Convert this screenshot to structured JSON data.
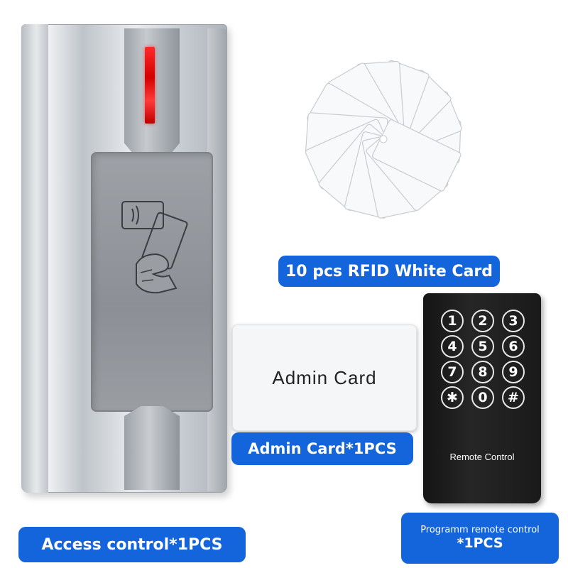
{
  "labels": {
    "rfid": "10 pcs  RFID White Card",
    "admin": "Admin Card*1PCS",
    "access": "Access control*1PCS",
    "remote_line1": "Programm remote control",
    "remote_line2": "*1PCS"
  },
  "admin_card": {
    "text": "Admin Card"
  },
  "remote": {
    "keys": [
      "1",
      "2",
      "3",
      "4",
      "5",
      "6",
      "7",
      "8",
      "9",
      "✱",
      "0",
      "#"
    ],
    "label": "Remote Control"
  },
  "colors": {
    "label_bg": "#1464db",
    "led": "#e00000",
    "remote_body": "#1a1a1a",
    "reader_metal": "#c9cdd2"
  },
  "icons": [
    "rfid-tap-icon",
    "hand-holding-card-icon"
  ]
}
